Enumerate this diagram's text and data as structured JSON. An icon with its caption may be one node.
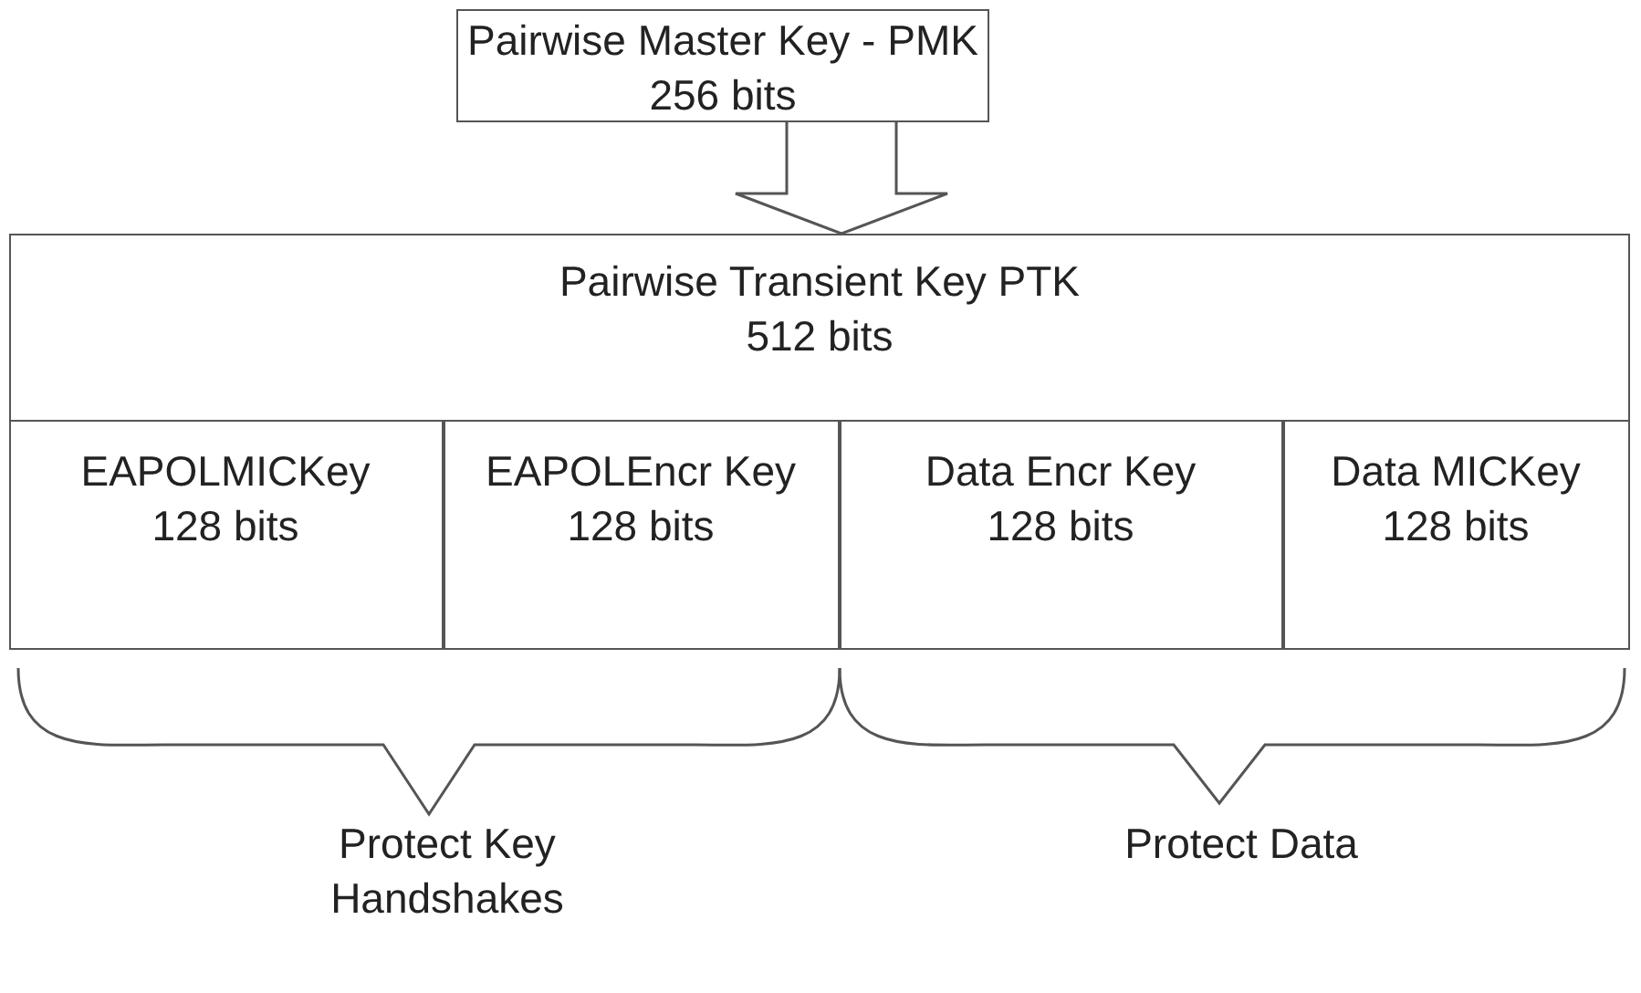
{
  "diagram": {
    "nodes": [
      {
        "text": [
          "Pairwise Master Key - PMK",
          "256 bits"
        ]
      },
      {
        "text": [
          "Pairwise Transient Key PTK",
          "512 bits"
        ]
      },
      {
        "text": [
          "EAPOLMICKey",
          "128 bits"
        ],
        "in": 1
      },
      {
        "text": [
          "EAPOLEncr Key",
          "128 bits"
        ],
        "in": 1
      },
      {
        "text": [
          "Data Encr Key",
          "128 bits"
        ],
        "in": 1
      },
      {
        "text": [
          "Data MICKey",
          "128 bits"
        ],
        "in": 1
      }
    ],
    "edges": [
      {
        "from": 0,
        "to": 1,
        "arrow": "to"
      }
    ],
    "labels": [
      "Protect Key Handshakes",
      "Protect Data"
    ]
  }
}
